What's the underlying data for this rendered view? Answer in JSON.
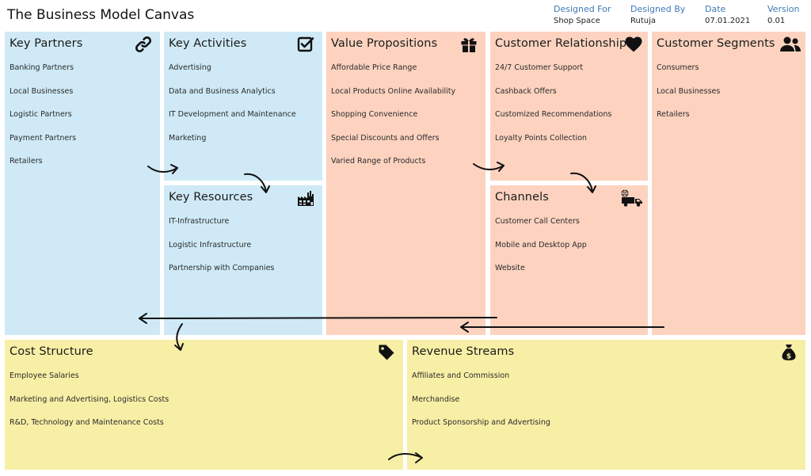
{
  "title": "The Business Model Canvas",
  "meta": [
    {
      "label": "Designed For",
      "value": "Shop Space"
    },
    {
      "label": "Designed By",
      "value": "Rutuja"
    },
    {
      "label": "Date",
      "value": "07.01.2021"
    },
    {
      "label": "Version",
      "value": "0.01"
    }
  ],
  "blocks": {
    "key_partners": {
      "title": "Key Partners",
      "icon": "link-icon",
      "items": [
        "Banking Partners",
        "Local Businesses",
        "Logistic Partners",
        "Payment Partners",
        "Retailers"
      ]
    },
    "key_activities": {
      "title": "Key Activities",
      "icon": "checkbox-icon",
      "items": [
        "Advertising",
        "Data and Business Analytics",
        "IT Development and Maintenance",
        "Marketing"
      ]
    },
    "key_resources": {
      "title": "Key Resources",
      "icon": "factory-icon",
      "items": [
        "IT-Infrastructure",
        "Logistic Infrastructure",
        "Partnership with Companies"
      ]
    },
    "value_propositions": {
      "title": "Value Propositions",
      "icon": "gift-icon",
      "items": [
        "Affordable Price Range",
        "Local Products Online Availability",
        "Shopping Convenience",
        "Special Discounts and Offers",
        "Varied Range of Products"
      ]
    },
    "customer_relationships": {
      "title": "Customer Relationships",
      "icon": "heart-icon",
      "items": [
        "24/7 Customer Support",
        "Cashback Offers",
        "Customized Recommendations",
        "Loyalty Points Collection"
      ]
    },
    "channels": {
      "title": "Channels",
      "icon": "delivery-truck-icon",
      "items": [
        "Customer Call Centers",
        "Mobile and Desktop App",
        "Website"
      ]
    },
    "customer_segments": {
      "title": "Customer Segments",
      "icon": "users-icon",
      "items": [
        "Consumers",
        "Local Businesses",
        "Retailers"
      ]
    },
    "cost_structure": {
      "title": "Cost Structure",
      "icon": "price-tag-icon",
      "items": [
        "Employee Salaries",
        "Marketing and Advertising, Logistics Costs",
        "R&D, Technology and Maintenance Costs"
      ]
    },
    "revenue_streams": {
      "title": "Revenue Streams",
      "icon": "money-bag-icon",
      "items": [
        "Affiliates and Commission",
        "Merchandise",
        "Product Sponsorship and Advertising"
      ]
    }
  },
  "colors": {
    "infrastructure": "#cfeaf6",
    "offering_customers": "#fdd3c0",
    "finances": "#f8efa6",
    "meta_label": "#3d7ab5"
  }
}
